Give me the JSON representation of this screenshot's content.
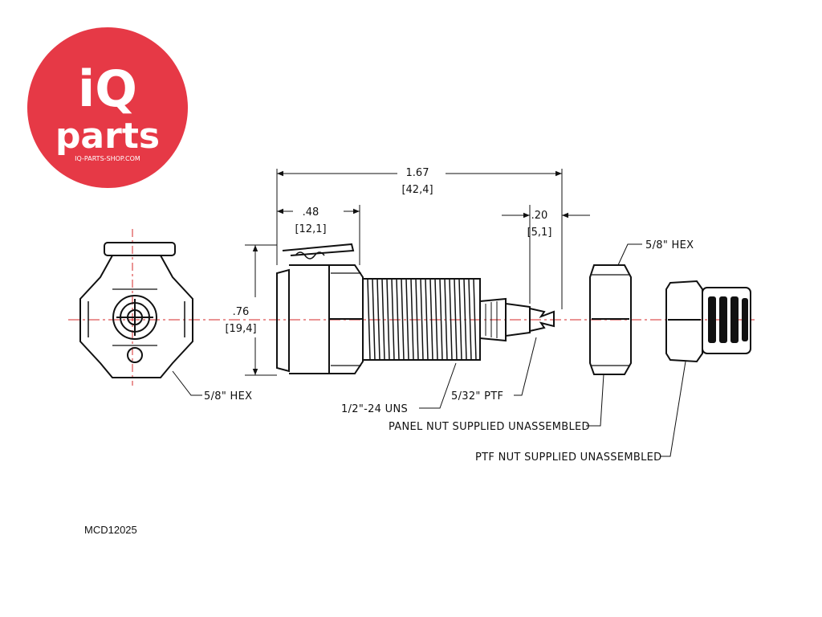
{
  "brand": {
    "logo_top": "iQ",
    "logo_mid": "parts",
    "logo_url_text": "IQ-PARTS-SHOP.COM",
    "logo_color": "#e63946"
  },
  "dimensions": {
    "overall_length_in": "1.67",
    "overall_length_mm": "[42,4]",
    "body_length_in": ".48",
    "body_length_mm": "[12,1]",
    "barb_length_in": ".20",
    "barb_length_mm": "[5,1]",
    "height_in": ".76",
    "height_mm": "[19,4]"
  },
  "callouts": {
    "hex_front": "5/8\" HEX",
    "hex_nut": "5/8\" HEX",
    "thread": "1/2\"-24 UNS",
    "ptf": "5/32\" PTF",
    "panel_nut": "PANEL NUT SUPPLIED UNASSEMBLED",
    "ptf_nut": "PTF NUT SUPPLIED UNASSEMBLED"
  },
  "part_number": "MCD12025",
  "colors": {
    "line": "#111111",
    "centerline": "#d62828"
  }
}
